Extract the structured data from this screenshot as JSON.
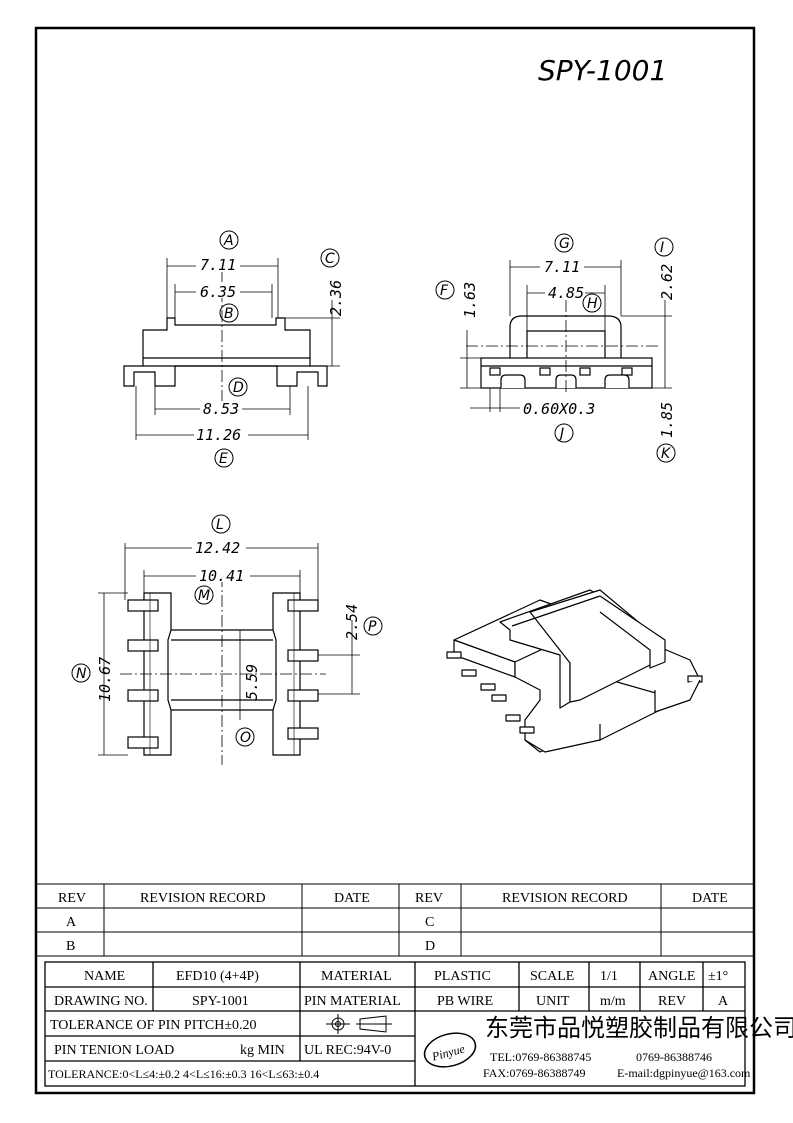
{
  "drawing": {
    "part_title": "SPY-1001",
    "dimensions": {
      "A": "7.11",
      "A_inner": "6.35",
      "C": "2.36",
      "D": "8.53",
      "E": "11.26",
      "G": "7.11",
      "H": "4.85",
      "F": "1.63",
      "I": "2.62",
      "J": "0.60X0.3",
      "K": "1.85",
      "L": "12.42",
      "M": "10.41",
      "N": "10.67",
      "P": "2.54",
      "O": "5.59"
    },
    "tags": [
      "A",
      "B",
      "C",
      "D",
      "E",
      "F",
      "G",
      "H",
      "I",
      "J",
      "K",
      "L",
      "M",
      "N",
      "O",
      "P"
    ]
  },
  "revision_table": {
    "headers": [
      "REV",
      "REVISION RECORD",
      "DATE",
      "REV",
      "REVISION RECORD",
      "DATE"
    ],
    "rows": [
      [
        "A",
        "",
        "",
        "C",
        "",
        ""
      ],
      [
        "B",
        "",
        "",
        "D",
        "",
        ""
      ]
    ]
  },
  "title_block": {
    "name_label": "NAME",
    "name_value": "EFD10 (4+4P)",
    "material_label": "MATERIAL",
    "material_value": "PLASTIC",
    "scale_label": "SCALE",
    "scale_value": "1/1",
    "angle_label": "ANGLE",
    "angle_value": "±1°",
    "drawing_no_label": "DRAWING NO.",
    "drawing_no_value": "SPY-1001",
    "pin_material_label": "PIN MATERIAL",
    "pin_material_value": "PB WIRE",
    "unit_label": "UNIT",
    "unit_value": "m/m",
    "rev_label": "REV",
    "rev_value": "A",
    "tolerance_pitch": "TOLERANCE OF PIN PITCH±0.20",
    "pin_tension": "PIN TENION LOAD",
    "pin_tension_unit": "kg MIN",
    "ul_rec": "UL REC:94V-0",
    "tolerance_general": "TOLERANCE:0<L≤4:±0.2  4<L≤16:±0.3  16<L≤63:±0.4",
    "logo_text": "Pinyue",
    "company_cn": "东莞市品悦塑胶制品有限公司",
    "tel": "TEL:0769-86388745",
    "tel2": "0769-86388746",
    "fax": "FAX:0769-86388749",
    "email": "E-mail:dgpinyue@163.com"
  }
}
